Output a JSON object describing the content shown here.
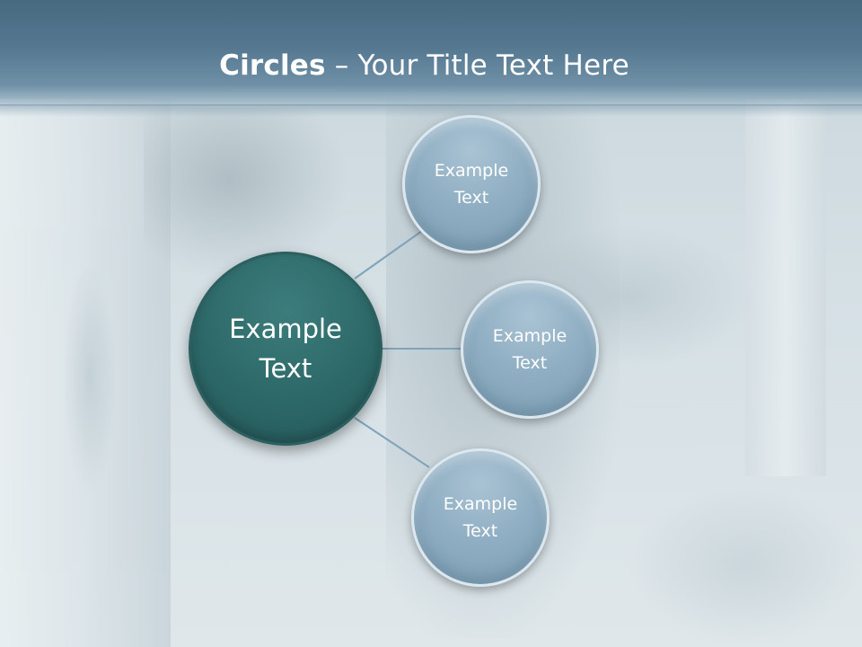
{
  "title": {
    "bold": "Circles",
    "rest": " – Your Title Text Here"
  },
  "diagram": {
    "center": {
      "label": "Example\nText"
    },
    "nodes": [
      {
        "label": "Example\nText"
      },
      {
        "label": "Example\nText"
      },
      {
        "label": "Example\nText"
      }
    ]
  },
  "colors": {
    "title_band": "#557891",
    "center_circle": "#2d6868",
    "node_circle": "#8eadc2",
    "connector": "#7fa3bb"
  }
}
